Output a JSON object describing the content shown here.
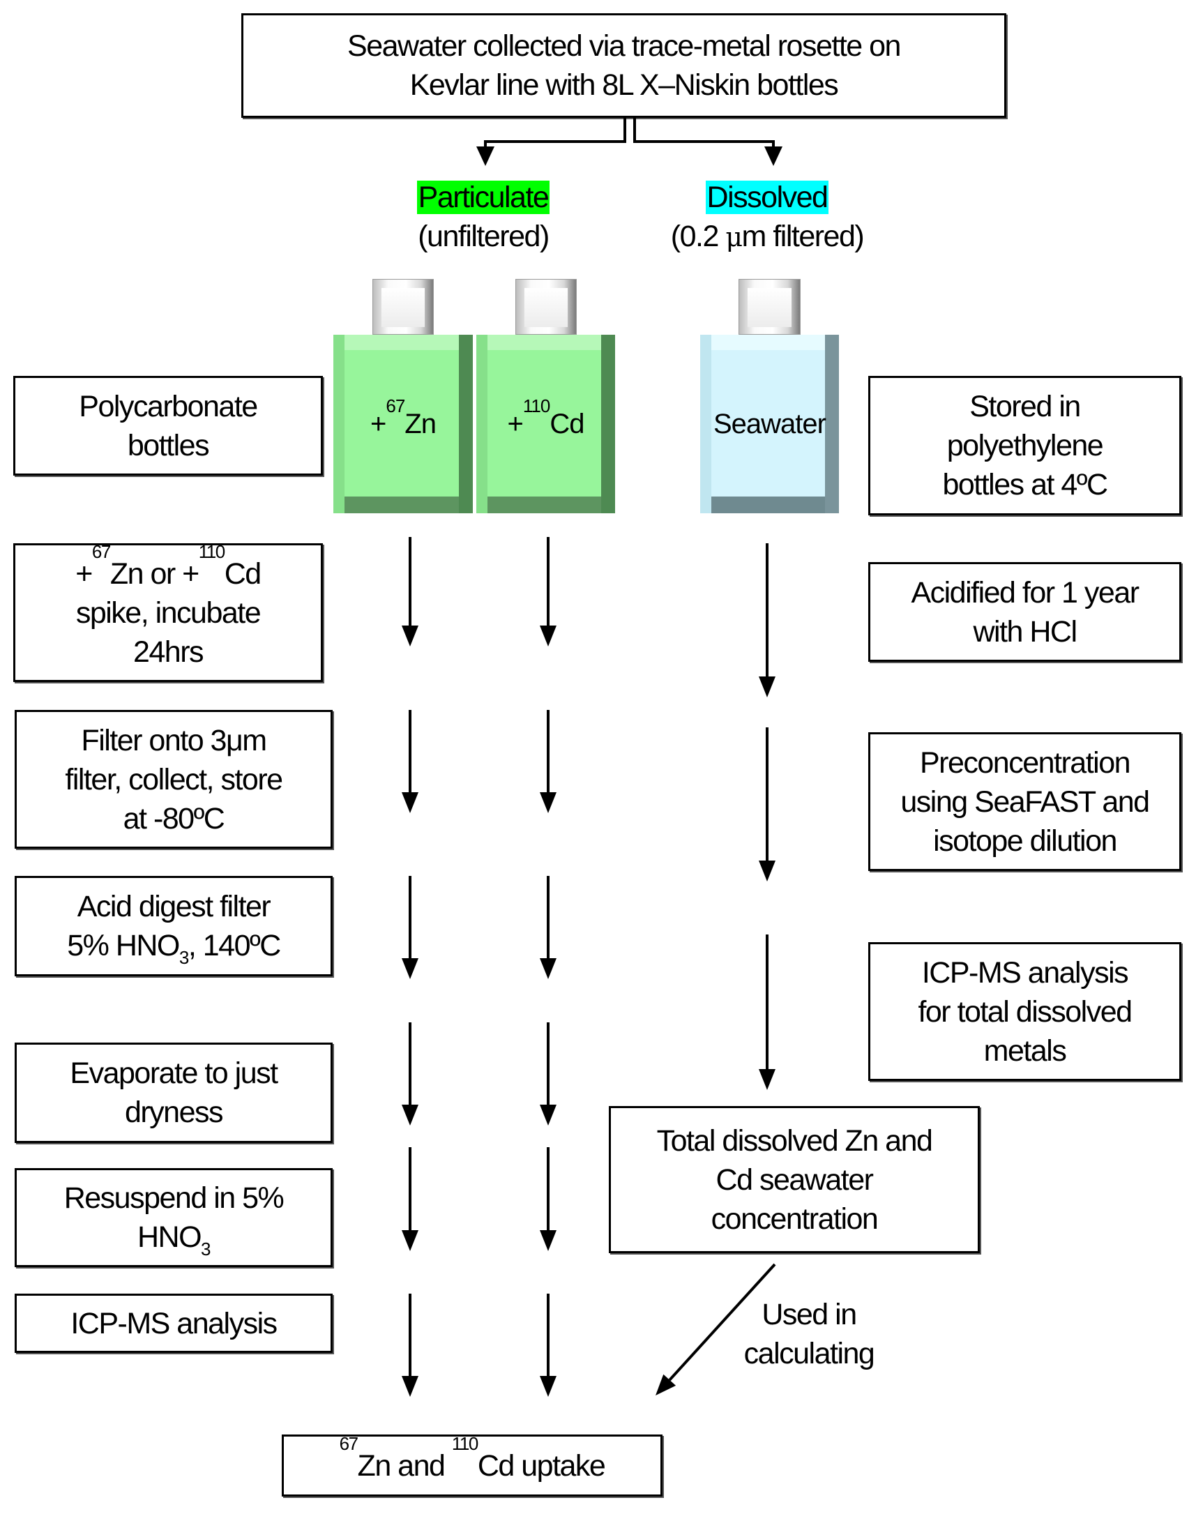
{
  "top_box": {
    "line1": "Seawater collected via trace-metal rosette on",
    "line2": "Kevlar line with 8L X–Niskin bottles"
  },
  "branches": {
    "particulate": {
      "title": "Particulate",
      "subtitle": "(unfiltered)",
      "highlight_color": "#00ff00"
    },
    "dissolved": {
      "title": "Dissolved",
      "subtitle_pre": "(0.2 ",
      "subtitle_mu": "μ",
      "subtitle_post": "m filtered)",
      "highlight_color": "#00ffff"
    }
  },
  "bottles": {
    "zn": {
      "prefix": "+",
      "isotope": "67",
      "element": "Zn",
      "color": "#97f59b"
    },
    "cd": {
      "prefix": "+",
      "isotope": "110",
      "element": "Cd",
      "color": "#97f59b"
    },
    "seawater": {
      "label": "Seawater",
      "color": "#d4f4fd"
    }
  },
  "left_steps": {
    "polycarbonate": {
      "line1": "Polycarbonate",
      "line2": "bottles"
    },
    "spike": {
      "p1": "+",
      "iso1": "67",
      "el1": "Zn or +",
      "iso2": "110",
      "el2": "Cd",
      "line2": "spike, incubate",
      "line3": "24hrs"
    },
    "filter": {
      "line1": "Filter onto 3μm",
      "line2": "filter, collect, store",
      "line3": "at -80ºC"
    },
    "digest": {
      "line1": "Acid digest filter",
      "line2_pre": "5% HNO",
      "line2_sub": "3",
      "line2_post": ", 140ºC"
    },
    "evaporate": {
      "line1": "Evaporate to just",
      "line2": "dryness"
    },
    "resuspend": {
      "line1": "Resuspend in 5%",
      "line2_pre": "HNO",
      "line2_sub": "3"
    },
    "icpms": {
      "line1": "ICP-MS analysis"
    }
  },
  "right_steps": {
    "stored": {
      "line1": "Stored in",
      "line2": "polyethylene",
      "line3": "bottles at 4ºC"
    },
    "acidified": {
      "line1": "Acidified for 1 year",
      "line2": "with HCl"
    },
    "precon": {
      "line1": "Preconcentration",
      "line2": "using SeaFAST and",
      "line3": "isotope dilution"
    },
    "icpms_dissolved": {
      "line1": "ICP-MS analysis",
      "line2": "for total dissolved",
      "line3": "metals"
    },
    "total": {
      "line1": "Total dissolved Zn and",
      "line2": "Cd seawater",
      "line3": "concentration"
    }
  },
  "used_in": {
    "line1": "Used in",
    "line2": "calculating"
  },
  "result": {
    "iso1": "67",
    "el1": "Zn and ",
    "iso2": "110",
    "el2": "Cd uptake"
  }
}
